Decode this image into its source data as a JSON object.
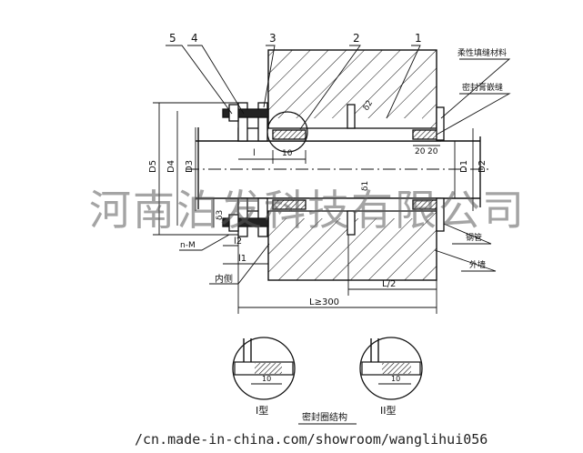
{
  "leaders": [
    "5",
    "4",
    "3",
    "2",
    "1"
  ],
  "notes": {
    "flexible_fill": "柔性填缝材料",
    "sealant": "密封膏嵌缝",
    "steel_pipe": "钢管",
    "outer_wall": "外墙",
    "inner_side": "内侧",
    "bolt": "n-M"
  },
  "dims": {
    "d5": "D5",
    "d4": "D4",
    "d3": "D3",
    "d1": "D1",
    "d2": "D2",
    "phi1": "δ1",
    "phi2": "δ2",
    "phi3": "δ3",
    "l": "l",
    "l10": "10",
    "l20a": "20",
    "l20b": "20",
    "l2": "l2",
    "l1": "l1",
    "lhalf": "L/2",
    "ltotal": "L≥300"
  },
  "details": {
    "type1": "I型",
    "type2": "II型",
    "l10a": "10",
    "l10b": "10",
    "caption": "密封圈结构"
  },
  "watermark": "河南泊发科技有限公司",
  "footer_url": "/cn.made-in-china.com/showroom/wanglihui056"
}
